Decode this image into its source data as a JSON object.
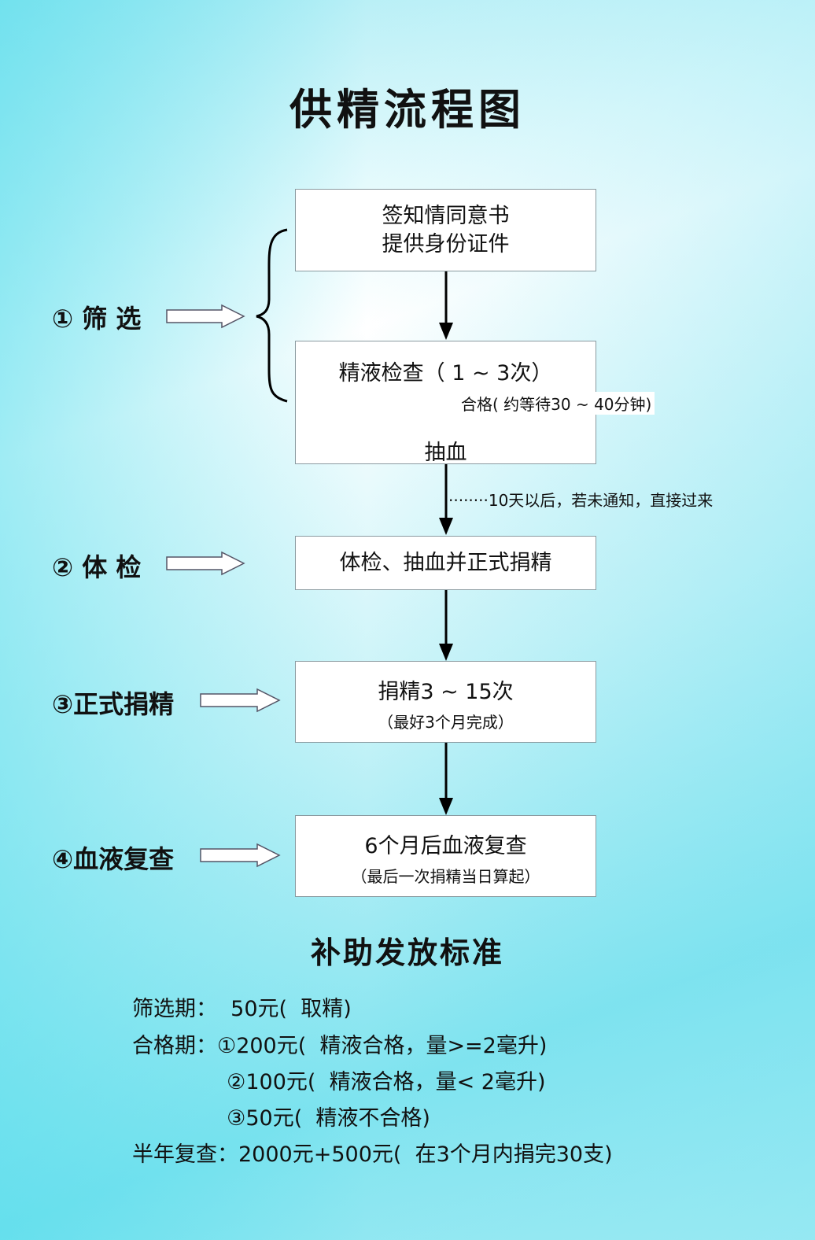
{
  "title": "供精流程图",
  "steps": [
    {
      "label": "① 筛  选"
    },
    {
      "label": "② 体  检"
    },
    {
      "label": "③正式捐精"
    },
    {
      "label": "④血液复查"
    }
  ],
  "boxes": [
    {
      "line1": "签知情同意书",
      "line2": "提供身份证件"
    },
    {
      "line1": "精液检查（ 1 ~ 3次）",
      "note": "合格(  约等待30 ~ 40分钟)",
      "line2": "抽血"
    },
    {
      "line1": "体检、抽血并正式捐精"
    },
    {
      "line1": "捐精3 ~ 15次",
      "line2": "（最好3个月完成）"
    },
    {
      "line1": "6个月后血液复查",
      "line2": "（最后一次捐精当日算起）"
    }
  ],
  "connector_note": "········10天以后，若未通知，直接过来",
  "subsidy": {
    "title": "补助发放标准",
    "lines": [
      "筛选期：  50元(  取精)",
      "合格期：①200元(  精液合格，量>=2毫升)",
      "              ②100元(  精液合格，量< 2毫升)",
      "              ③50元(  精液不合格)",
      "半年复查：2000元+500元(  在3个月内捐完30支)"
    ]
  }
}
